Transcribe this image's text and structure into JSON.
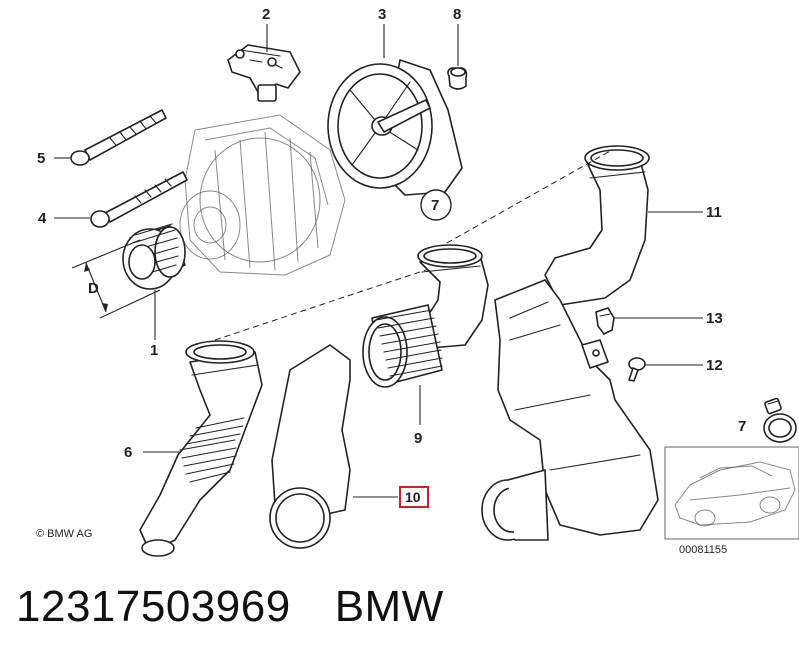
{
  "callouts": {
    "c1": "1",
    "c2": "2",
    "c3": "3",
    "c4": "4",
    "c5": "5",
    "c6": "6",
    "c7a": "7",
    "c7b": "7",
    "c8": "8",
    "c9": "9",
    "c10": "10",
    "c11": "11",
    "c12": "12",
    "c13": "13",
    "d": "D"
  },
  "highlight": {
    "color": "#cc2222"
  },
  "copyright": "© BMW AG",
  "thumbnail_code": "00081155",
  "caption": {
    "part_number": "12317503969",
    "brand": "BMW"
  }
}
